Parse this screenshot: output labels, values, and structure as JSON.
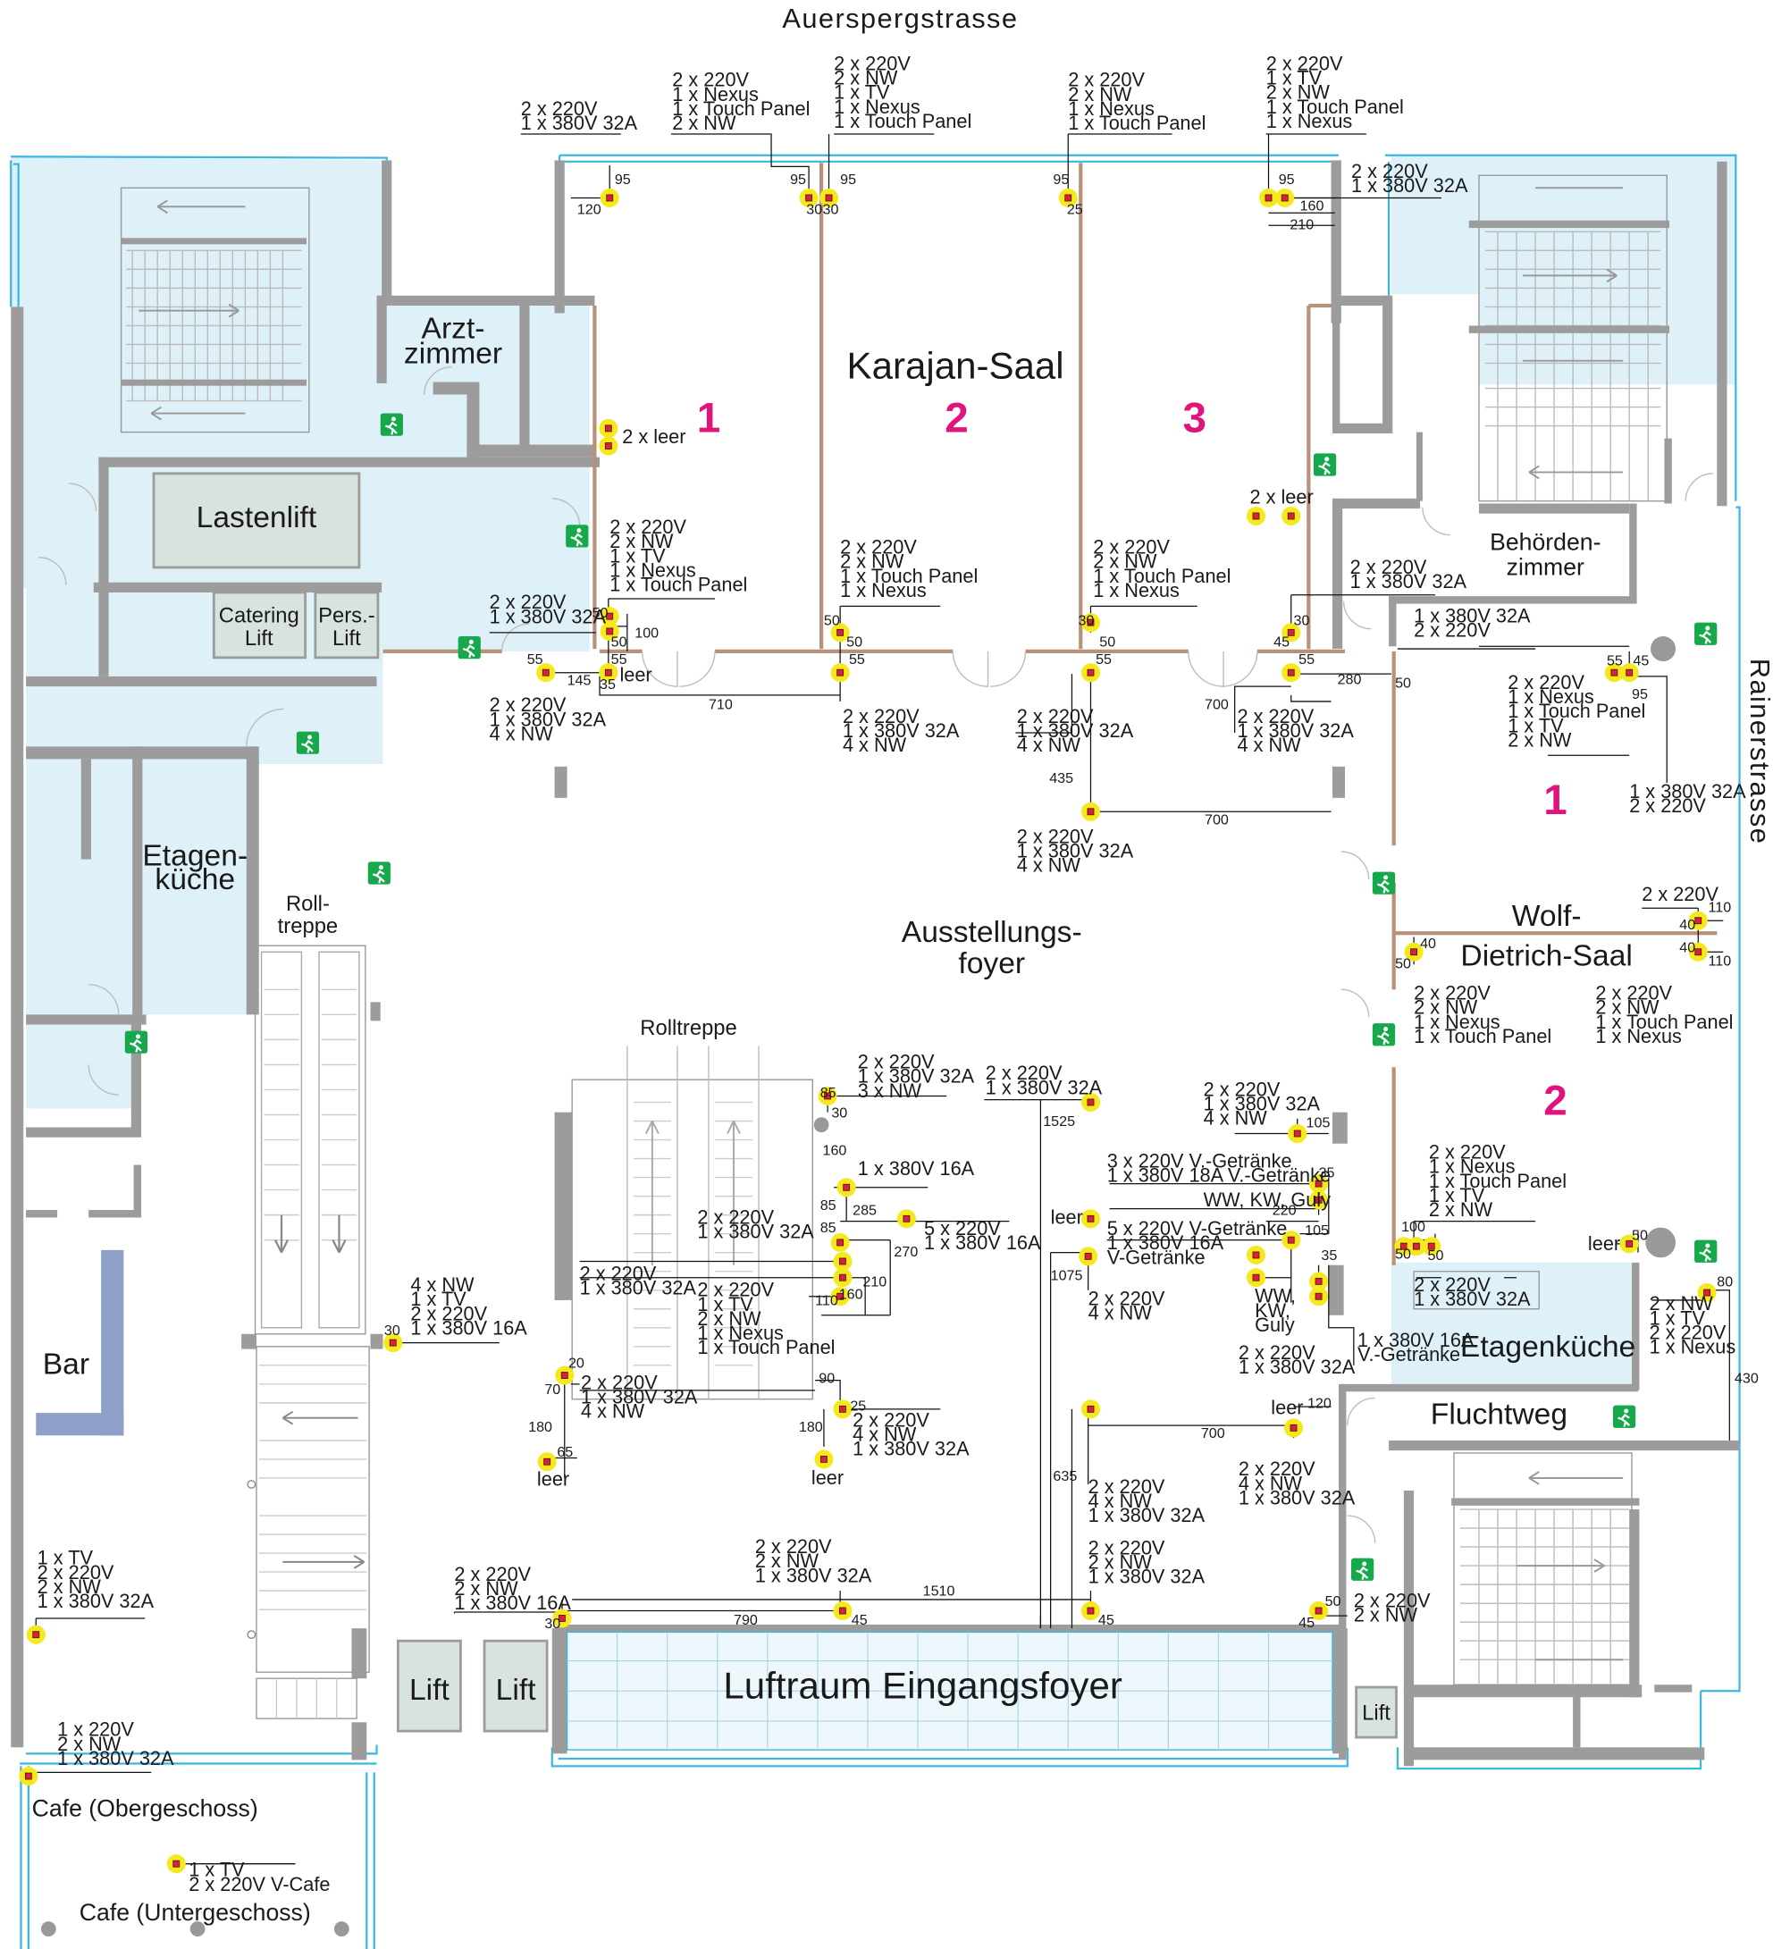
{
  "colors": {
    "room_fill": "#dff1f8",
    "glass_edge": "#38b8e0",
    "wall": "#9c9c9c",
    "partition": "#b8917a",
    "socket_highlight": "#f5e91c",
    "socket_core": "#d8213a",
    "exit_sign": "#17a84b",
    "section_number": "#e0147b",
    "bar_counter": "#8e9fc8"
  },
  "streets": {
    "north": "Auerspergstrasse",
    "east": "Rainerstrasse"
  },
  "rooms": {
    "karajan": "Karajan-Saal",
    "arzt1": "Arzt-",
    "arzt2": "zimmer",
    "lastenlift": "Lastenlift",
    "catering1": "Catering",
    "catering2": "Lift",
    "pers1": "Pers.-",
    "pers2": "Lift",
    "etagen1": "Etagen-",
    "etagen2": "küche",
    "roll1": "Roll-",
    "roll2": "treppe",
    "ausst1": "Ausstellungs-",
    "ausst2": "foyer",
    "rolltreppe": "Rolltreppe",
    "behoerden1": "Behörden-",
    "behoerden2": "zimmer",
    "wolf1": "Wolf-",
    "wolf2": "Dietrich-Saal",
    "etagenkueche": "Etagenküche",
    "fluchtweg": "Fluchtweg",
    "bar": "Bar",
    "luftraum": "Luftraum Eingangsfoyer",
    "lift": "Lift",
    "cafe_og": "Cafe (Obergeschoss)",
    "cafe_ug": "Cafe (Untergeschoss)"
  },
  "section_numbers": {
    "k1": "1",
    "k2": "2",
    "k3": "3",
    "w1": "1",
    "w2": "2"
  },
  "notes": {
    "n1": [
      "2 x 220V",
      "1 x 380V 32A"
    ],
    "n2": [
      "2 x 220V",
      "1 x Nexus",
      "1 x Touch Panel",
      "2 x NW"
    ],
    "n3": [
      "2 x 220V",
      "2 x NW",
      "1 x TV",
      "1 x Nexus",
      "1 x Touch Panel"
    ],
    "n4": [
      "2 x 220V",
      "2 x NW",
      "1 x Nexus",
      "1 x Touch Panel"
    ],
    "n5": [
      "2 x 220V",
      "1 x TV",
      "2 x NW",
      "1 x Touch Panel",
      "1 x Nexus"
    ],
    "n6": [
      "2 x 220V",
      "1 x 380V 32A"
    ],
    "n7": [
      "2 x leer"
    ],
    "n8": [
      "2 x leer"
    ],
    "n9": [
      "2 x 220V",
      "2 x NW",
      "1 x TV",
      "1 x Nexus",
      "1 x Touch Panel"
    ],
    "n10": [
      "2 x 220V",
      "2 x NW",
      "1 x Touch Panel",
      "1 x Nexus"
    ],
    "n11": [
      "2 x 220V",
      "2 x NW",
      "1 x Touch Panel",
      "1 x Nexus"
    ],
    "n12": [
      "2 x 220V",
      "1 x 380V 32A"
    ],
    "n13": [
      "2 x 220V",
      "1 x 380V 32A"
    ],
    "n14": [
      "1 x 380V 32A",
      "2 x 220V"
    ],
    "n15": [
      "2 x 220V",
      "1 x 380V 32A",
      "4 x NW"
    ],
    "n16": [
      "2 x 220V",
      "1 x 380V 32A",
      "4 x NW"
    ],
    "n17": [
      "2 x 220V",
      "1 x 380V 32A",
      "4 x NW"
    ],
    "n18": [
      "2 x 220V",
      "1 x 380V 32A",
      "4 x NW"
    ],
    "n19": [
      "2 x 220V",
      "1 x Nexus",
      "1 x Touch Panel",
      "1 x TV",
      "2 x NW"
    ],
    "n20": [
      "1 x 380V 32A",
      "2 x 220V"
    ],
    "n21": [
      "2 x 220V",
      "1 x 380V 32A",
      "4 x NW"
    ],
    "n22": [
      "2 x 220V"
    ],
    "n23": [
      "2 x 220V",
      "2 x NW",
      "1 x Nexus",
      "1 x Touch Panel"
    ],
    "n24": [
      "2 x 220V",
      "2 x NW",
      "1 x Touch Panel",
      "1 x Nexus"
    ],
    "n25": [
      "2 x 220V",
      "1 x 380V 32A",
      "3 x NW"
    ],
    "n26": [
      "2 x 220V",
      "1 x 380V 32A"
    ],
    "n27": [
      "2 x 220V",
      "1 x 380V 32A",
      "4 x NW"
    ],
    "n28": [
      "1 x 380V 16A"
    ],
    "n29": [
      "3 x 220V V.-Getränke",
      "1 x 380V 18A   V.-Getränke"
    ],
    "n30": [
      "WW, KW, Guly"
    ],
    "n31": [
      "5 x 220V",
      "1 x 380V 16A"
    ],
    "n32": [
      "2 x 220V",
      "1 x 380V 32A"
    ],
    "n33": [
      "5 x 220V V-Getränke",
      "1 x 380V 16A",
      "       V-Getränke"
    ],
    "n34": [
      "2 x 220V",
      "1 x 380V 32A"
    ],
    "n35": [
      "2 x 220V",
      "1 x TV",
      "2 x NW",
      "1 x Nexus",
      "1 x Touch Panel"
    ],
    "n36": [
      "2 x 220V",
      "4 x NW"
    ],
    "n37": [
      "WW,",
      "KW,",
      "Guly"
    ],
    "n38": [
      "2 x 220V",
      "1 x 380V 32A"
    ],
    "n39": [
      "2 x 220V",
      "1 x Nexus",
      "1 x Touch Panel",
      "1 x TV",
      "2 x NW"
    ],
    "n40": [
      "2 x 220V",
      "1 x 380V 32A"
    ],
    "n41": [
      "1 x 380V  16A",
      "V.-Getränke"
    ],
    "n42": [
      "2 x NW",
      "1 x TV",
      "2 x 220V",
      "1 x Nexus"
    ],
    "n43": [
      "4 x NW",
      "1 x TV",
      "2 x 220V",
      "1 x 380V 16A"
    ],
    "n44": [
      "2 x 220V",
      "1 x 380V 32A",
      "4 x NW"
    ],
    "n45": [
      "2 x 220V",
      "4 x NW",
      "1 x 380V 32A"
    ],
    "n46": [
      "2 x 220V",
      "4 x NW",
      "1 x 380V 32A"
    ],
    "n47": [
      "2 x 220V",
      "4 x NW",
      "1 x 380V 32A"
    ],
    "n48": [
      "1 x TV",
      "2 x 220V",
      "2 x NW",
      "1 x 380V  32A"
    ],
    "n49": [
      "2 x 220V",
      "2 x NW",
      "1 x 380V 16A"
    ],
    "n50": [
      "2 x 220V",
      "2 x NW",
      "1 x 380V 32A"
    ],
    "n51": [
      "2 x 220V",
      "2 x NW",
      "1 x 380V 32A"
    ],
    "n52": [
      "2 x 220V",
      "2 x NW"
    ],
    "n53": [
      "1 x 220V",
      "2 x NW",
      "1 x 380V  32A"
    ],
    "n54": [
      "1 x TV",
      "2 x 220V  V-Cafe"
    ],
    "leer1": [
      "leer"
    ],
    "leer2": [
      "leer"
    ],
    "leer3": [
      "leer"
    ],
    "leer4": [
      "leer"
    ],
    "leer5": [
      "leer"
    ],
    "leer6": [
      "leer"
    ],
    "leer7": [
      "leer"
    ]
  },
  "dims": {
    "d95a": "95",
    "d120": "120",
    "d95b": "95",
    "d95c": "95",
    "d30a": "30",
    "d30b": "30",
    "d95d": "95",
    "d25a": "25",
    "d95e": "95",
    "d160a": "160",
    "d210a": "210",
    "d100a": "100",
    "d50a": "50",
    "d50b": "50",
    "d55a": "55",
    "d145": "145",
    "d55b": "55",
    "d35a": "35",
    "d710": "710",
    "d50c": "50",
    "d55c": "55",
    "d50d": "50",
    "d30c": "30",
    "d55d": "55",
    "d50e": "50",
    "d435": "435",
    "d700a": "700",
    "d700b": "700",
    "d30d": "30",
    "d45a": "45",
    "d55e": "55",
    "d280": "280",
    "d50f": "50",
    "d55f": "55",
    "d45b": "45",
    "d95f": "95",
    "d110a": "110",
    "d40a": "40",
    "d40b": "40",
    "d110b": "110",
    "d40c": "40",
    "d50g": "50",
    "d85a": "85",
    "d30e": "30",
    "d160b": "160",
    "d85b": "85",
    "d285": "285",
    "d85c": "85",
    "d270": "270",
    "d210b": "210",
    "d160c": "160",
    "d110c": "110",
    "d1525": "1525",
    "d1075": "1075",
    "d635": "635",
    "d105a": "105",
    "d35b": "35",
    "d220": "220",
    "d105b": "105",
    "d35c": "35",
    "d100b": "100",
    "d50h": "50",
    "d50i": "50",
    "d50j": "50",
    "d80": "80",
    "d430": "430",
    "d120b": "120",
    "d700c": "700",
    "d20": "20",
    "d70": "70",
    "d180a": "180",
    "d65": "65",
    "d90": "90",
    "d25b": "25",
    "d180b": "180",
    "d30f": "30",
    "d1510": "1510",
    "d790": "790",
    "d45c": "45",
    "d45d": "45",
    "d50k": "50",
    "d45e": "45",
    "d30g": "30"
  }
}
